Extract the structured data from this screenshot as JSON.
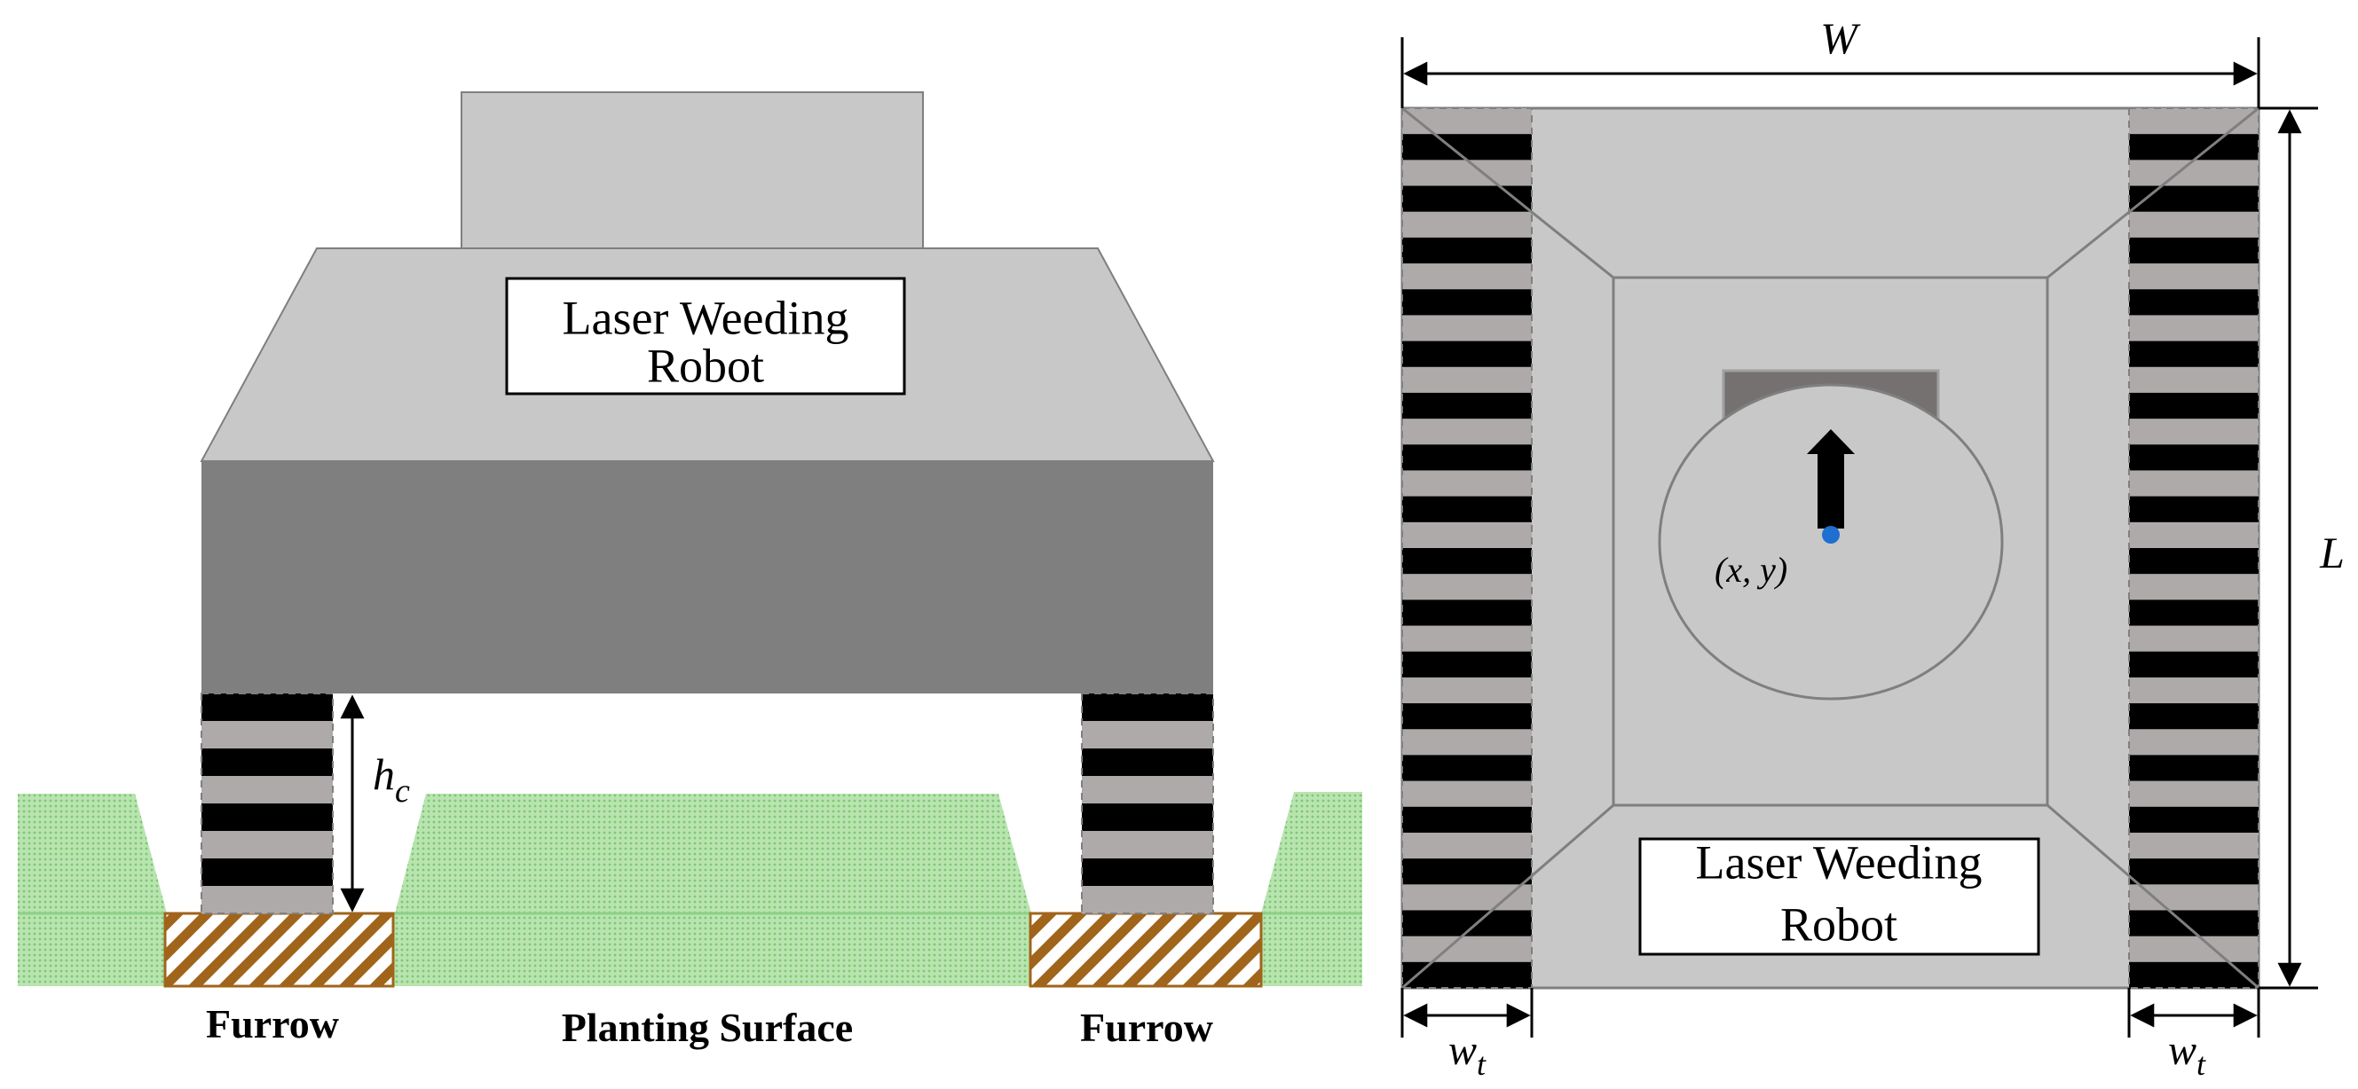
{
  "side_view": {
    "robot_label_line1": "Laser Weeding",
    "robot_label_line2": "Robot",
    "clearance_symbol": "h",
    "clearance_subscript": "c",
    "furrow_left_label": "Furrow",
    "planting_surface_label": "Planting Surface",
    "furrow_right_label": "Furrow"
  },
  "top_view": {
    "width_symbol": "W",
    "length_symbol": "L",
    "track_width_symbol": "w",
    "track_width_subscript": "t",
    "position_label": "(x, y)",
    "robot_label_line1": "Laser Weeding",
    "robot_label_line2": "Robot"
  },
  "colors": {
    "body_light": "#c8c8c8",
    "body_dark": "#7f7f7f",
    "track_black": "#000000",
    "track_gray": "#aeaaaa",
    "soil_green": "#a9dca0",
    "furrow_brown": "#a0641a",
    "heading_arrow": "#000000",
    "position_dot": "#1f6fd1",
    "laser_head": "#767171"
  }
}
